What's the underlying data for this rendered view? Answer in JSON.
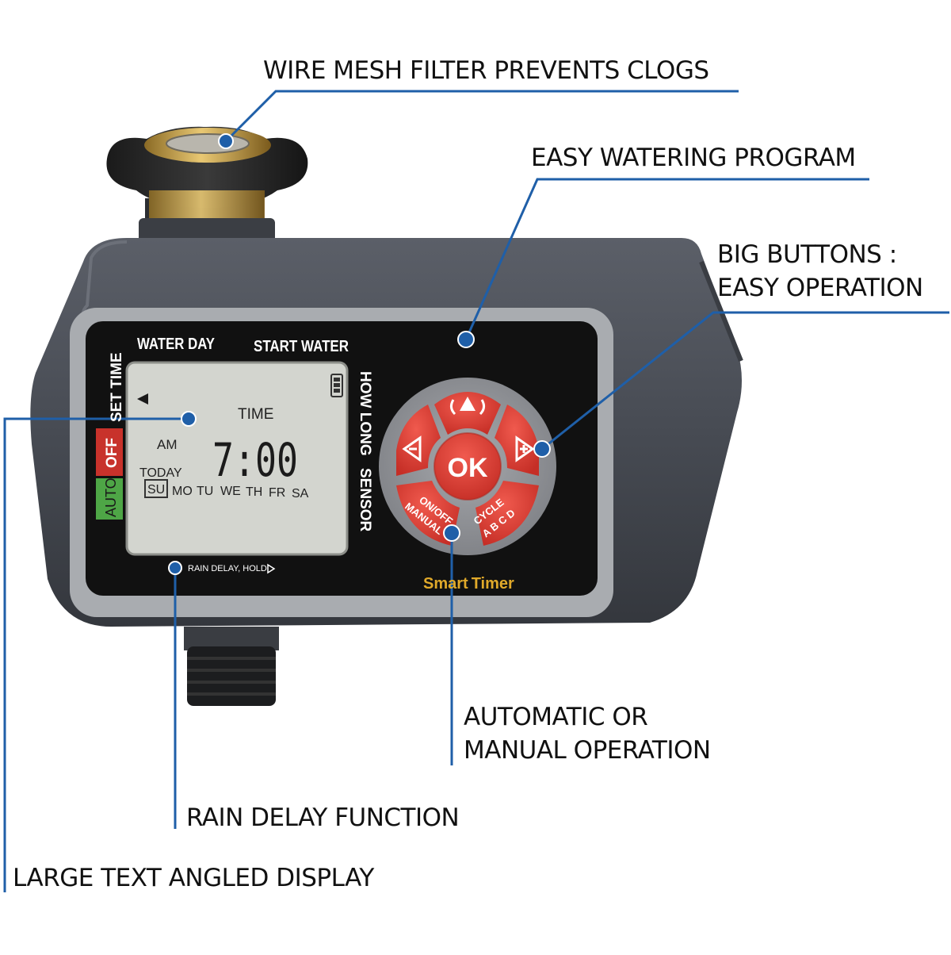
{
  "callouts": {
    "filter": "WIRE MESH FILTER PREVENTS CLOGS",
    "program": "EASY WATERING PROGRAM",
    "buttons_line1": "BIG BUTTONS :",
    "buttons_line2": "EASY OPERATION",
    "auto_line1": "AUTOMATIC OR",
    "auto_line2": "MANUAL OPERATION",
    "rain": "RAIN DELAY FUNCTION",
    "display": "LARGE TEXT ANGLED DISPLAY"
  },
  "device": {
    "top_labels": {
      "water_day": "WATER DAY",
      "start_water": "START WATER"
    },
    "left_labels": {
      "set_time": "SET TIME",
      "off": "OFF",
      "auto": "AUTO"
    },
    "right_labels": {
      "how_long": "HOW LONG",
      "sensor": "SENSOR"
    },
    "lcd": {
      "mode": "TIME",
      "ampm": "AM",
      "time": "7:00",
      "today": "TODAY",
      "days": [
        "SU",
        "MO",
        "TU",
        "WE",
        "TH",
        "FR",
        "SA"
      ],
      "selected_day": "SU"
    },
    "bottom_label": "RAIN DELAY, HOLD",
    "keypad": {
      "ok": "OK",
      "onoff_line1": "ON/OFF",
      "onoff_line2": "MANUAL",
      "cycle_line1": "CYCLE",
      "cycle_line2": "A B C D"
    },
    "brand_part1": "Smart",
    "brand_part2": "Timer"
  },
  "colors": {
    "callout_line": "#1f5fa8",
    "housing": "#4a4e57",
    "bezel": "#a9acb0",
    "faceplate": "#111111",
    "lcd": "#d3d5cf",
    "button_red": "#d73a31",
    "ring_grey": "#8f9196",
    "off_red": "#c8322b",
    "auto_green": "#4ea646",
    "brand_gold": "#e0a92a"
  }
}
